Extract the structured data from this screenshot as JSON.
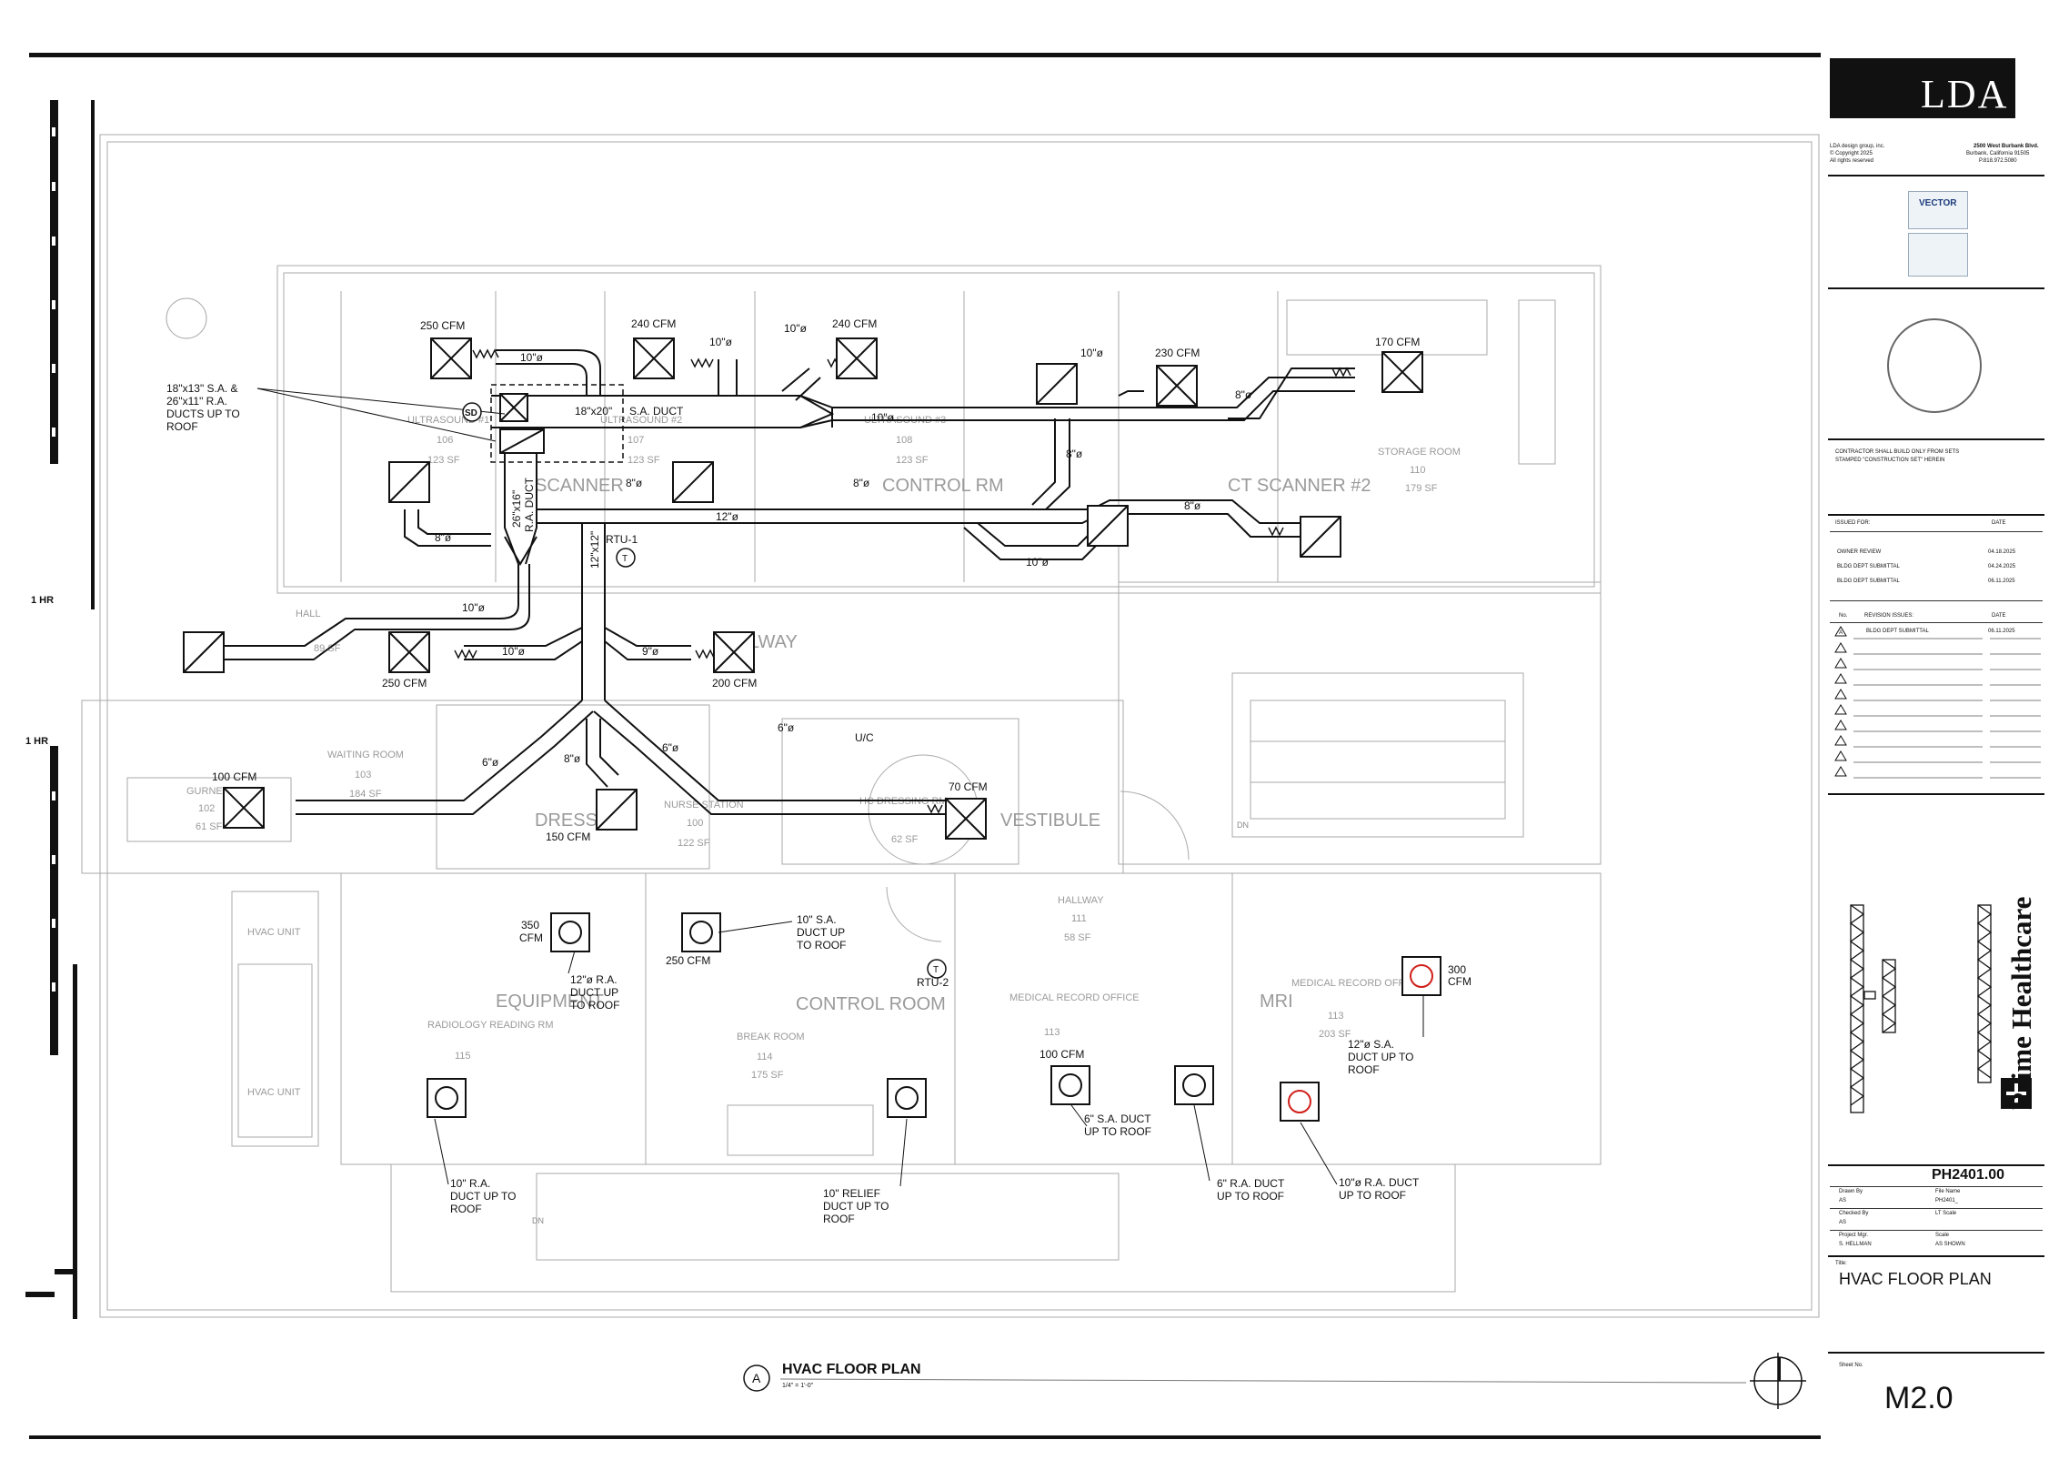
{
  "firm": {
    "name": "LDA",
    "line1": "LDA design group, inc.",
    "copyright": "© Copyright 2025",
    "rights": "All rights reserved",
    "addr1": "2500 West Burbank Blvd.",
    "addr2": "Burbank, California 91505",
    "phone": "P.818.972.5080"
  },
  "consultant": {
    "vector": "VECTOR"
  },
  "notes": {
    "contractor1": "CONTRACTOR SHALL BUILD ONLY FROM SETS",
    "contractor2": "STAMPED \"CONSTRUCTION SET\" HEREIN"
  },
  "issued": {
    "header": "ISSUED FOR:",
    "date_header": "DATE",
    "rows": [
      {
        "label": "OWNER REVIEW",
        "date": "04.18.2025"
      },
      {
        "label": "BLDG DEPT SUBMITTAL",
        "date": "04.24.2025"
      },
      {
        "label": "BLDG DEPT SUBMITTAL",
        "date": "06.11.2025"
      }
    ]
  },
  "revisions": {
    "no_header": "No.",
    "header": "REVISION ISSUES:",
    "date_header": "DATE",
    "rows": [
      {
        "no": "A",
        "label": "BLDG DEPT SUBMITTAL",
        "date": "06.11.2025"
      }
    ]
  },
  "client": "Prime Healthcare",
  "project": {
    "number": "PH2401.00",
    "drawn_by_label": "Drawn By",
    "drawn_by": "AS",
    "file_name_label": "File Name",
    "file_name": "PH2401_",
    "checked_by_label": "Checked By",
    "checked_by": "AS",
    "lt_scale_label": "LT Scale",
    "pm_label": "Project Mgr.",
    "pm": "S. HELLMAN",
    "scale_label": "Scale",
    "scale": "AS SHOWN",
    "title_label": "Title:",
    "title": "HVAC FLOOR PLAN",
    "sheet_label": "Sheet No.",
    "sheet": "M2.0"
  },
  "drawing": {
    "tag": "A",
    "title": "HVAC FLOOR PLAN",
    "scale": "1/4\" = 1'-0\"",
    "rating1": "1 HR",
    "rating2": "1 HR",
    "rooms": [
      {
        "name": "ULTRASOUND #1",
        "no": "106",
        "sf": "123 SF"
      },
      {
        "name": "ULTRASOUND #2",
        "no": "107",
        "sf": "123 SF"
      },
      {
        "name": "ULTRASOUND #3",
        "no": "108",
        "sf": "123 SF"
      },
      {
        "name": "HALL",
        "no": "",
        "sf": "89 SF"
      },
      {
        "name": "WAITING ROOM",
        "no": "103",
        "sf": "184 SF"
      },
      {
        "name": "GURNEY",
        "no": "102",
        "sf": "61 SF"
      },
      {
        "name": "DRESS",
        "no": "",
        "sf": ""
      },
      {
        "name": "NURSE STATION",
        "no": "100",
        "sf": "122 SF"
      },
      {
        "name": "HC DRESSING RM",
        "no": "",
        "sf": "62 SF"
      },
      {
        "name": "VESTIBULE",
        "no": "",
        "sf": ""
      },
      {
        "name": "STORAGE ROOM",
        "no": "110",
        "sf": "179 SF"
      },
      {
        "name": "CT SCANNER #2",
        "no": "",
        "sf": ""
      },
      {
        "name": "SCANNER",
        "no": "",
        "sf": ""
      },
      {
        "name": "CONTROL RM",
        "no": "",
        "sf": ""
      },
      {
        "name": "HALLWAY",
        "no": "",
        "sf": ""
      },
      {
        "name": "HALLWAY",
        "no": "111",
        "sf": "58 SF"
      },
      {
        "name": "EQUIPMENT",
        "no": "",
        "sf": ""
      },
      {
        "name": "RADIOLOGY READING RM",
        "no": "115",
        "sf": ""
      },
      {
        "name": "CONTROL ROOM",
        "no": "",
        "sf": ""
      },
      {
        "name": "BREAK ROOM",
        "no": "114",
        "sf": "175 SF"
      },
      {
        "name": "MEDICAL RECORD OFFICE",
        "no": "113",
        "sf": ""
      },
      {
        "name": "MRI",
        "no": "",
        "sf": ""
      },
      {
        "name": "MEDICAL RECORD OFFICES",
        "no": "113",
        "sf": "203 SF"
      },
      {
        "name": "HVAC UNIT",
        "no": "",
        "sf": ""
      },
      {
        "name": "HVAC UNIT",
        "no": "",
        "sf": ""
      }
    ],
    "labels": {
      "cfm250a": "250 CFM",
      "cfm240a": "240 CFM",
      "cfm240b": "240 CFM",
      "cfm230": "230 CFM",
      "cfm170": "170 CFM",
      "cfm250b": "250 CFM",
      "cfm200": "200 CFM",
      "cfm100a": "100 CFM",
      "cfm150": "150 CFM",
      "cfm70": "70 CFM",
      "cfm350": "350",
      "cfm350u": "CFM",
      "cfm250c": "250 CFM",
      "cfm300": "300",
      "cfm300u": "CFM",
      "cfm100b": "100 CFM",
      "d10a": "10\"ø",
      "d10b": "10\"ø",
      "d10c": "10\"ø",
      "d10d": "10\"ø",
      "d10e": "10\"ø",
      "d10f": "10\"ø",
      "d10g": "10\"ø",
      "d10h": "10\"ø",
      "d9": "9\"ø",
      "d8a": "8\"ø",
      "d8b": "8\"ø",
      "d8c": "8\"ø",
      "d8d": "8\"ø",
      "d8e": "8\"ø",
      "d8f": "8\"ø",
      "d8g": "8\"ø",
      "d12": "12\"ø",
      "d6a": "6\"ø",
      "d6b": "6\"ø",
      "d6c": "6\"ø",
      "sa_duct": "S.A. DUCT",
      "ra_duct1": "26\"x16\"",
      "ra_duct2": "R.A. DUCT",
      "sa1820": "18\"x20\"",
      "d12x12": "12\"x12\"",
      "rtu1": "RTU-1",
      "rtu2": "RTU-2",
      "sd": "SD",
      "t1": "T",
      "t2": "T",
      "uc": "U/C",
      "dn1": "DN",
      "dn2": "DN",
      "note_up1": "18\"x13\" S.A. &",
      "note_up2": "26\"x11\" R.A.",
      "note_up3": "DUCTS UP TO",
      "note_up4": "ROOF",
      "sa10_1": "10\" S.A.",
      "sa10_2": "DUCT UP",
      "sa10_3": "TO ROOF",
      "ra12_1": "12\"ø R.A.",
      "ra12_2": "DUCT UP",
      "ra12_3": "TO ROOF",
      "ra10_1": "10\" R.A.",
      "ra10_2": "DUCT UP TO",
      "ra10_3": "ROOF",
      "rel_1": "10\" RELIEF",
      "rel_2": "DUCT UP TO",
      "rel_3": "ROOF",
      "sa6_1": "6\" S.A. DUCT",
      "sa6_2": "UP TO ROOF",
      "ra6_1": "6\" R.A. DUCT",
      "ra6_2": "UP TO ROOF",
      "ra10b_1": "10\"ø R.A. DUCT",
      "ra10b_2": "UP TO ROOF",
      "sa12_1": "12\"ø S.A.",
      "sa12_2": "DUCT UP TO",
      "sa12_3": "ROOF"
    }
  },
  "colors": {
    "ink": "#111111",
    "light": "#9a9a9a",
    "red": "#d0201a"
  }
}
